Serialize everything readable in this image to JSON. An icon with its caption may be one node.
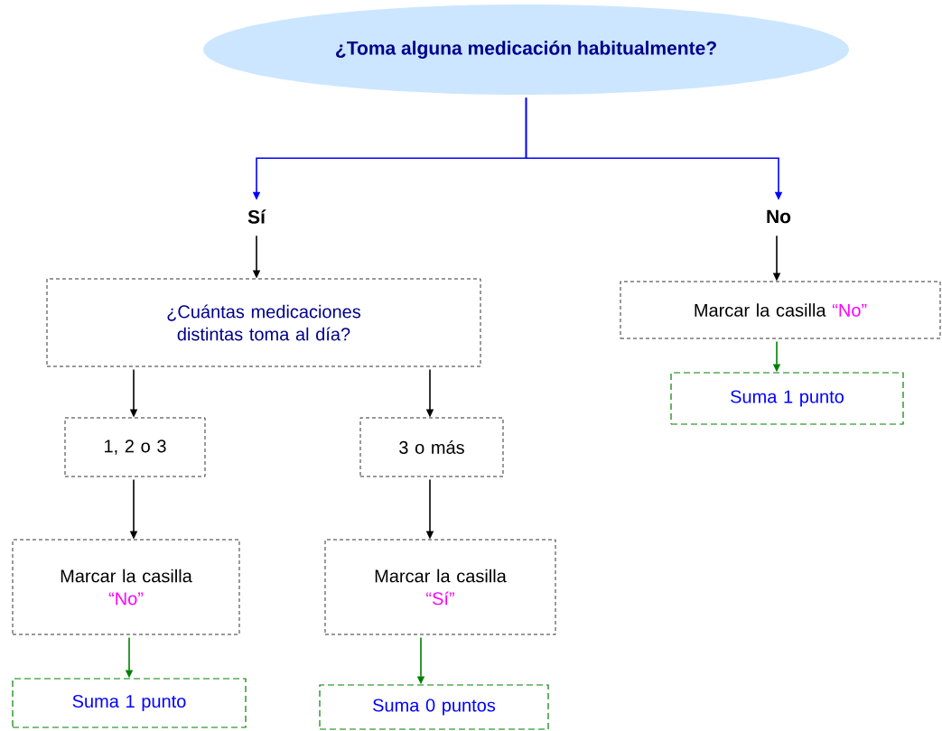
{
  "diagram": {
    "nodes": [
      {
        "text": [
          "¿Toma alguna medicación habitualmente?"
        ]
      },
      {
        "text": [
          "Sí"
        ]
      },
      {
        "text": [
          "No"
        ]
      },
      {
        "text": [
          "¿Cuántas medicaciones distintas toma al día?"
        ]
      },
      {
        "text": [
          "Marcar la casilla",
          "“No”"
        ]
      },
      {
        "text": [
          "Suma 1 punto"
        ]
      },
      {
        "text": [
          "1, 2 o 3"
        ]
      },
      {
        "text": [
          "3 o más"
        ]
      },
      {
        "text": [
          "Marcar la casilla",
          "“No”"
        ]
      },
      {
        "text": [
          "Marcar la casilla",
          "“Sí”"
        ]
      },
      {
        "text": [
          "Suma 1 punto"
        ]
      },
      {
        "text": [
          "Suma 0 puntos"
        ]
      }
    ],
    "edges": [
      {
        "from": 0,
        "to": 1,
        "arrow": "to",
        "color": "#0000ff"
      },
      {
        "from": 0,
        "to": 2,
        "arrow": "to",
        "color": "#0000ff"
      },
      {
        "from": 1,
        "to": 3,
        "arrow": "to"
      },
      {
        "from": 2,
        "to": 4,
        "arrow": "to"
      },
      {
        "from": 4,
        "to": 5,
        "arrow": "to",
        "color": "#008000"
      },
      {
        "from": 3,
        "to": 6,
        "arrow": "to"
      },
      {
        "from": 3,
        "to": 7,
        "arrow": "to"
      },
      {
        "from": 6,
        "to": 8,
        "arrow": "to"
      },
      {
        "from": 7,
        "to": 9,
        "arrow": "to"
      },
      {
        "from": 8,
        "to": 10,
        "arrow": "to",
        "color": "#008000"
      },
      {
        "from": 9,
        "to": 11,
        "arrow": "to",
        "color": "#008000"
      }
    ]
  }
}
